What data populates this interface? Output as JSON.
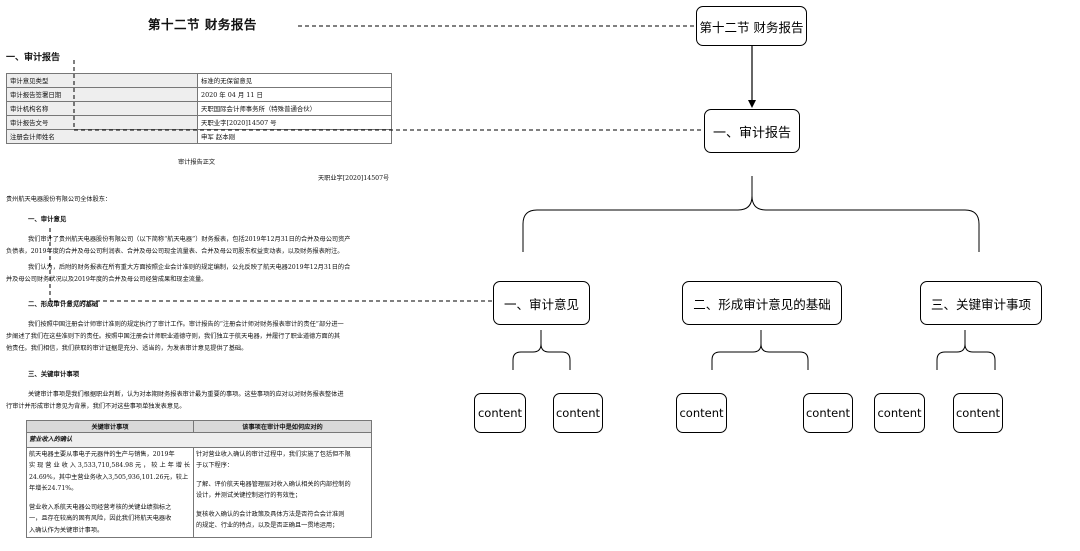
{
  "document": {
    "title": "第十二节  财务报告",
    "section1_heading": "一、审计报告",
    "info_table": [
      {
        "label": "审计意见类型",
        "value": "标准的无保留意见"
      },
      {
        "label": "审计报告签署日期",
        "value": "2020 年 04 月 11 日"
      },
      {
        "label": "审计机构名称",
        "value": "天职国际会计师事务所（特殊普通合伙）"
      },
      {
        "label": "审计报告文号",
        "value": "天职业字[2020]14507 号"
      },
      {
        "label": "注册会计师姓名",
        "value": "申军    赵本刚"
      }
    ],
    "report_body_title": "审计报告正文",
    "report_number": "天职业字[2020]14507号",
    "addressee": "贵州航天电器股份有限公司全体股东：",
    "opinion_heading": "一、审计意见",
    "opinion_para1_line1": "我们审计了贵州航天电器股份有限公司（以下简称“航天电器”）财务报表，包括2019年12月31日的合并及母公司资产",
    "opinion_para1_line2": "负债表，2019年度的合并及母公司利润表、合并及母公司现金流量表、合并及母公司股东权益变动表，以及财务报表附注。",
    "opinion_para2_line1": "我们认为，后附的财务报表在所有重大方面按照企业会计准则的规定编制，公允反映了航天电器2019年12月31日的合",
    "opinion_para2_line2": "并及母公司财务状况以及2019年度的合并及母公司经营成果和现金流量。",
    "basis_heading": "二、形成审计意见的基础",
    "basis_line1": "我们按照中国注册会计师审计准则的规定执行了审计工作。审计报告的“注册会计师对财务报表审计的责任”部分进一",
    "basis_line2": "步阐述了我们在这些准则下的责任。按照中国注册会计师职业道德守则，我们独立于航天电器，并履行了职业道德方面的其",
    "basis_line3": "他责任。我们相信，我们获取的审计证据是充分、适当的，为发表审计意见提供了基础。",
    "kam_heading": "三、关键审计事项",
    "kam_line1": "关键审计事项是我们根据职业判断，认为对本期财务报表审计最为重要的事项。这些事项的应对以对财务报表整体进",
    "kam_line2": "行审计并形成审计意见为背景，我们不对这些事项单独发表意见。",
    "kam_table": {
      "headers": [
        "关键审计事项",
        "该事项在审计中是如何应对的"
      ],
      "category": "营业收入的确认",
      "left_block1": [
        "航天电器主要从事电子元器件的生产与销售，2019年",
        "实 现 营 业 收 入 3,533,710,584.98 元 ， 较 上 年 增 长",
        "24.69%，其中主营业务收入3,505,936,101.26元，较上",
        "年增长24.71%。"
      ],
      "left_block2": [
        "营业收入系航天电器公司经营考核的关键业绩指标之",
        "一，且存在较高的固有风险，因此我们将航天电器收",
        "入确认作为关键审计事项。"
      ],
      "right_block1": [
        "针对营业收入确认的审计过程中，我们实施了包括但不限",
        "于以下程序："
      ],
      "right_block2": [
        "了解、评价航天电器管理层对收入确认相关的内部控制的",
        "设计，并测试关键控制运行的有效性；"
      ],
      "right_block3": [
        "复核收入确认的会计政策及具体方法是否符合会计准则",
        "的规定、行业的特点，以及是否正确且一贯地运用；"
      ]
    }
  },
  "diagram": {
    "root": "第十二节 财务报告",
    "level1": "一、审计报告",
    "level2": [
      "一、审计意见",
      "二、形成审计意见的基础",
      "三、关键审计事项"
    ],
    "content_label": "content"
  }
}
